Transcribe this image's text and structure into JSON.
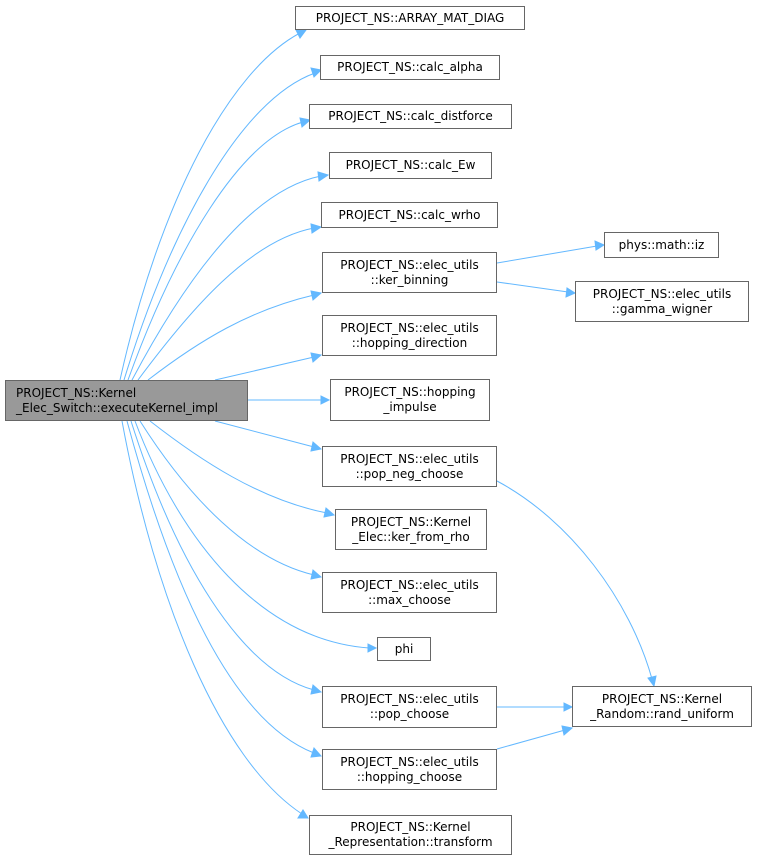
{
  "colors": {
    "edge": "#63b8ff",
    "node_border": "#666666",
    "main_fill": "#999999"
  },
  "nodes": {
    "main": {
      "line1": "PROJECT_NS::Kernel",
      "line2": "_Elec_Switch::executeKernel_impl"
    },
    "array_mat_diag": {
      "line1": "PROJECT_NS::ARRAY_MAT_DIAG"
    },
    "calc_alpha": {
      "line1": "PROJECT_NS::calc_alpha"
    },
    "calc_distforce": {
      "line1": "PROJECT_NS::calc_distforce"
    },
    "calc_ew": {
      "line1": "PROJECT_NS::calc_Ew"
    },
    "calc_wrho": {
      "line1": "PROJECT_NS::calc_wrho"
    },
    "ker_binning": {
      "line1": "PROJECT_NS::elec_utils",
      "line2": "::ker_binning"
    },
    "hopping_direction": {
      "line1": "PROJECT_NS::elec_utils",
      "line2": "::hopping_direction"
    },
    "hopping_impulse": {
      "line1": "PROJECT_NS::hopping",
      "line2": "_impulse"
    },
    "pop_neg_choose": {
      "line1": "PROJECT_NS::elec_utils",
      "line2": "::pop_neg_choose"
    },
    "ker_from_rho": {
      "line1": "PROJECT_NS::Kernel",
      "line2": "_Elec::ker_from_rho"
    },
    "max_choose": {
      "line1": "PROJECT_NS::elec_utils",
      "line2": "::max_choose"
    },
    "phi": {
      "line1": "phi"
    },
    "pop_choose": {
      "line1": "PROJECT_NS::elec_utils",
      "line2": "::pop_choose"
    },
    "hopping_choose": {
      "line1": "PROJECT_NS::elec_utils",
      "line2": "::hopping_choose"
    },
    "transform": {
      "line1": "PROJECT_NS::Kernel",
      "line2": "_Representation::transform"
    },
    "iz": {
      "line1": "phys::math::iz"
    },
    "gamma_wigner": {
      "line1": "PROJECT_NS::elec_utils",
      "line2": "::gamma_wigner"
    },
    "rand_uniform": {
      "line1": "PROJECT_NS::Kernel",
      "line2": "_Random::rand_uniform"
    }
  }
}
